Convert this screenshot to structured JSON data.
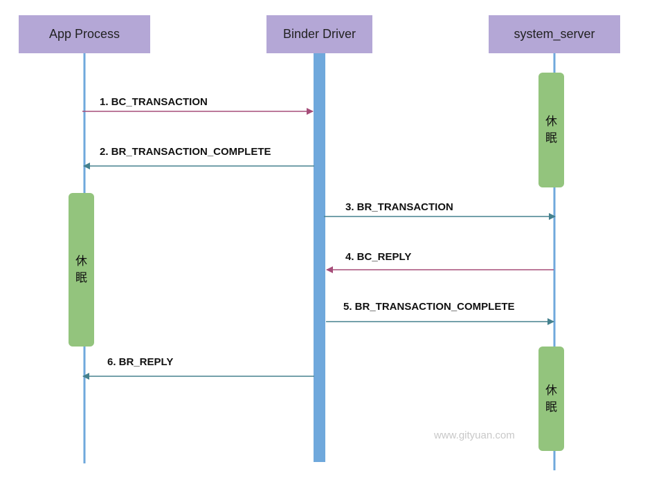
{
  "participants": [
    {
      "name": "App Process"
    },
    {
      "name": "Binder Driver"
    },
    {
      "name": "system_server"
    }
  ],
  "messages": [
    {
      "label": "1. BC_TRANSACTION",
      "from": "App Process",
      "to": "Binder Driver"
    },
    {
      "label": "2. BR_TRANSACTION_COMPLETE",
      "from": "Binder Driver",
      "to": "App Process"
    },
    {
      "label": "3. BR_TRANSACTION",
      "from": "Binder Driver",
      "to": "system_server"
    },
    {
      "label": "4. BC_REPLY",
      "from": "system_server",
      "to": "Binder Driver"
    },
    {
      "label": "5. BR_TRANSACTION_COMPLETE",
      "from": "Binder Driver",
      "to": "system_server"
    },
    {
      "label": "6. BR_REPLY",
      "from": "Binder Driver",
      "to": "App Process"
    }
  ],
  "sleep_blocks": [
    {
      "participant": "system_server",
      "label": "休\n眠"
    },
    {
      "participant": "App Process",
      "label": "休\n眠"
    },
    {
      "participant": "system_server",
      "label": "休\n眠"
    }
  ],
  "watermark": "www.gityuan.com",
  "colors": {
    "participant_box": "#b4a7d6",
    "lifeline": "#6fa8dc",
    "driver_bar": "#6fa8dc",
    "sleep_block": "#93c47d",
    "arrow_bc": "#a64d79",
    "arrow_br": "#45818e",
    "watermark": "#c8c8c8"
  }
}
